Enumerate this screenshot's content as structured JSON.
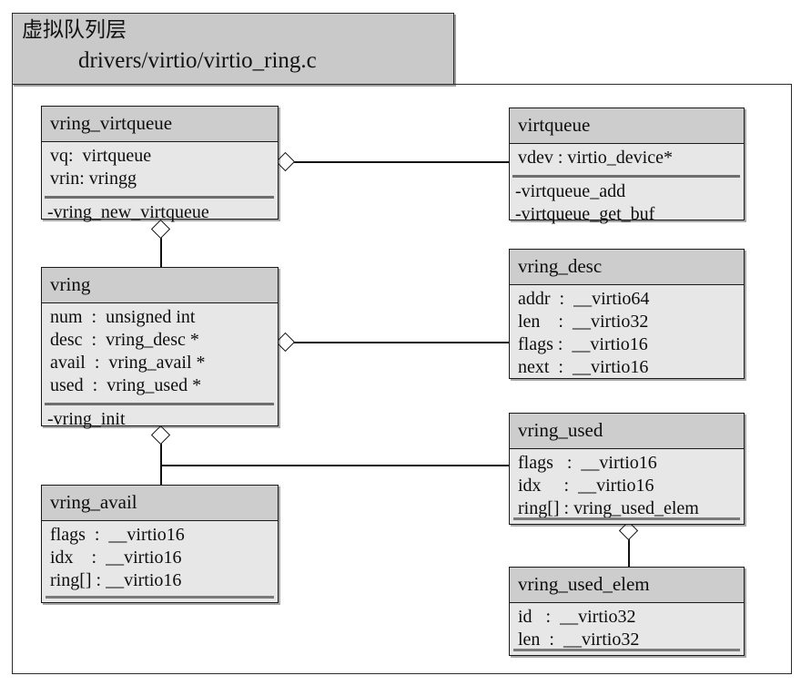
{
  "header": {
    "layer_label": "虚拟队列层",
    "source_path": "drivers/virtio/virtio_ring.c"
  },
  "diagram": {
    "type": "uml-class-diagram",
    "colors": {
      "name_compartment": "#cdcdcd",
      "body": "#e7e7e7",
      "border": "#1a1a1a",
      "title_block": "#c9c9c9"
    },
    "classes": [
      {
        "id": "vring_virtqueue",
        "name": "vring_virtqueue",
        "attributes": [
          "vq:  virtqueue",
          "vrin: vringg"
        ],
        "operations": [
          "-vring_new_virtqueue"
        ]
      },
      {
        "id": "virtqueue",
        "name": "virtqueue",
        "attributes": [
          "vdev : virtio_device*"
        ],
        "operations": [
          "-virtqueue_add",
          "-virtqueue_get_buf"
        ]
      },
      {
        "id": "vring",
        "name": "vring",
        "attributes": [
          "num  :  unsigned int",
          "desc  :  vring_desc *",
          "avail  :  vring_avail *",
          "used  :  vring_used *"
        ],
        "operations": [
          "-vring_init"
        ]
      },
      {
        "id": "vring_desc",
        "name": "vring_desc",
        "attributes": [
          "addr  :  __virtio64",
          "len    :  __virtio32",
          "flags :  __virtio16",
          "next  :  __virtio16"
        ],
        "operations": []
      },
      {
        "id": "vring_used",
        "name": "vring_used",
        "attributes": [
          "flags   :  __virtio16",
          "idx     :  __virtio16",
          "ring[] : vring_used_elem"
        ],
        "operations": []
      },
      {
        "id": "vring_avail",
        "name": "vring_avail",
        "attributes": [
          "flags  :  __virtio16",
          "idx    :  __virtio16",
          "ring[] : __virtio16"
        ],
        "operations": []
      },
      {
        "id": "vring_used_elem",
        "name": "vring_used_elem",
        "attributes": [
          "id   :  __virtio32",
          "len  :  __virtio32"
        ],
        "operations": []
      }
    ],
    "relations": [
      {
        "kind": "aggregation",
        "from": "vring_virtqueue",
        "to": "virtqueue"
      },
      {
        "kind": "aggregation",
        "from": "vring_virtqueue",
        "to": "vring"
      },
      {
        "kind": "aggregation",
        "from": "vring",
        "to": "vring_desc"
      },
      {
        "kind": "aggregation",
        "from": "vring",
        "to": "vring_avail"
      },
      {
        "kind": "aggregation",
        "from": "vring",
        "to": "vring_used"
      },
      {
        "kind": "aggregation",
        "from": "vring_used",
        "to": "vring_used_elem"
      }
    ]
  }
}
